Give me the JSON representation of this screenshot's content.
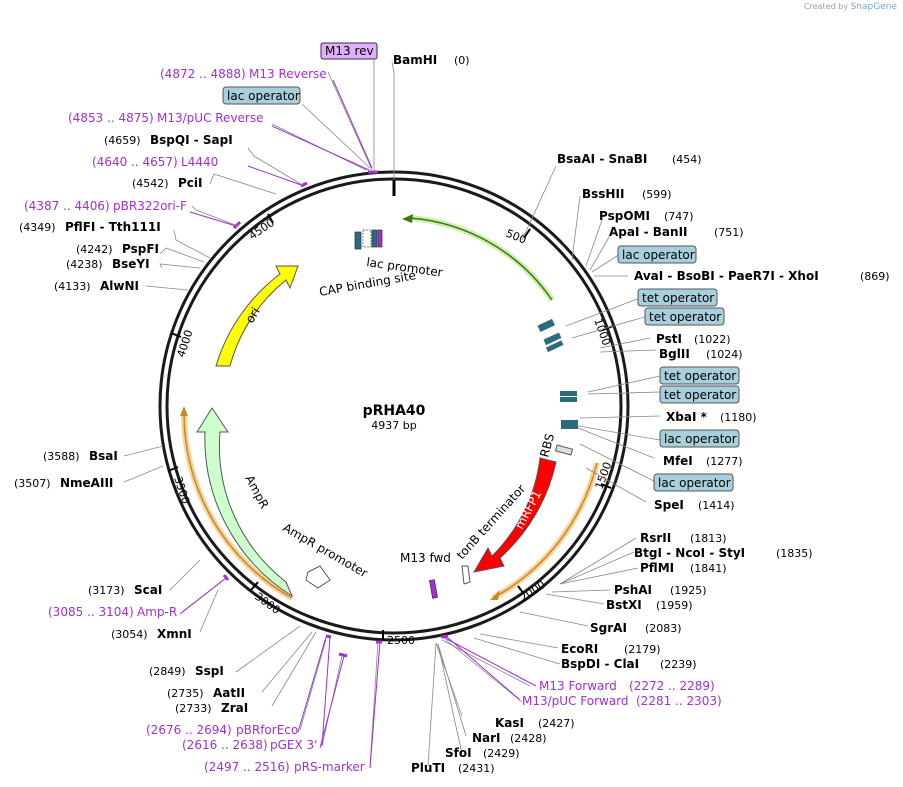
{
  "brand": {
    "created_by": "Created by",
    "product": "SnapGene"
  },
  "plasmid": {
    "name": "pRHA40",
    "length_label": "4937 bp",
    "length": 4937
  },
  "ticks": [
    "500",
    "1000",
    "1500",
    "2000",
    "2500",
    "3000",
    "3500",
    "4000",
    "4500"
  ],
  "sites_right": [
    {
      "name": "BamHI",
      "pos": "(0)"
    },
    {
      "name": "BsaAI  -  SnaBI",
      "pos": "(454)"
    },
    {
      "name": "BssHII",
      "pos": "(599)"
    },
    {
      "name": "PspOMI",
      "pos": "(747)"
    },
    {
      "name": "ApaI  -  BanII",
      "pos": "(751)"
    },
    {
      "name": "AvaI  -  BsoBI  -  PaeR7I  -  XhoI",
      "pos": "(869)"
    },
    {
      "name": "PstI",
      "pos": "(1022)"
    },
    {
      "name": "BglII",
      "pos": "(1024)"
    },
    {
      "name": "XbaI *",
      "pos": "(1180)"
    },
    {
      "name": "MfeI",
      "pos": "(1277)"
    },
    {
      "name": "SpeI",
      "pos": "(1414)"
    },
    {
      "name": "RsrII",
      "pos": "(1813)"
    },
    {
      "name": "BtgI  -  NcoI  -  StyI",
      "pos": "(1835)"
    },
    {
      "name": "PflMI",
      "pos": "(1841)"
    },
    {
      "name": "PshAI",
      "pos": "(1925)"
    },
    {
      "name": "BstXI",
      "pos": "(1959)"
    },
    {
      "name": "SgrAI",
      "pos": "(2083)"
    },
    {
      "name": "EcoRI",
      "pos": "(2179)"
    },
    {
      "name": "BspDI  -  ClaI",
      "pos": "(2239)"
    },
    {
      "name": "KasI",
      "pos": "(2427)"
    },
    {
      "name": "NarI",
      "pos": "(2428)"
    },
    {
      "name": "SfoI",
      "pos": "(2429)"
    },
    {
      "name": "PluTI",
      "pos": "(2431)"
    }
  ],
  "sites_left": [
    {
      "name": "BspQI  -  SapI",
      "pos": "(4659)"
    },
    {
      "name": "PciI",
      "pos": "(4542)"
    },
    {
      "name": "PflFI  -  Tth111I",
      "pos": "(4349)"
    },
    {
      "name": "PspFI",
      "pos": "(4242)"
    },
    {
      "name": "BseYI",
      "pos": "(4238)"
    },
    {
      "name": "AlwNI",
      "pos": "(4133)"
    },
    {
      "name": "BsaI",
      "pos": "(3588)"
    },
    {
      "name": "NmeAIII",
      "pos": "(3507)"
    },
    {
      "name": "ScaI",
      "pos": "(3173)"
    },
    {
      "name": "XmnI",
      "pos": "(3054)"
    },
    {
      "name": "SspI",
      "pos": "(2849)"
    },
    {
      "name": "AatII",
      "pos": "(2735)"
    },
    {
      "name": "ZraI",
      "pos": "(2733)"
    }
  ],
  "primers": [
    {
      "name": "M13 rev",
      "range": ""
    },
    {
      "name": "M13 Reverse",
      "range": "(4872 .. 4888)"
    },
    {
      "name": "M13/pUC Reverse",
      "range": "(4853 .. 4875)"
    },
    {
      "name": "L4440",
      "range": "(4640 .. 4657)"
    },
    {
      "name": "pBR322ori-F",
      "range": "(4387 .. 4406)"
    },
    {
      "name": "Amp-R",
      "range": "(3085 .. 3104)"
    },
    {
      "name": "pBRforEco",
      "range": "(2676 .. 2694)"
    },
    {
      "name": "pGEX 3'",
      "range": "(2616 .. 2638)"
    },
    {
      "name": "pRS-marker",
      "range": "(2497 .. 2516)"
    },
    {
      "name": "M13 Forward",
      "range": "(2272 .. 2289)"
    },
    {
      "name": "M13/pUC Forward",
      "range": "(2281 .. 2303)"
    }
  ],
  "boxed_features": [
    "lac operator",
    "tet operator",
    "tet operator",
    "tet operator",
    "tet operator",
    "lac operator",
    "lac operator",
    "lac operator"
  ],
  "inner_features": [
    "ori",
    "AmpR",
    "AmpR promoter",
    "mRFP1",
    "RBS",
    "tonB terminator",
    "M13 fwd",
    "lac promoter",
    "CAP binding site"
  ],
  "colors": {
    "backbone": "#1a1a1a",
    "ori": "#ffff00",
    "ampr": "#ccffcc",
    "mrfp1": "#ff0000",
    "primer": "#a030d0",
    "primer_box": "#e0b0ff",
    "operator_box": "#a8d0dc",
    "operator_mark": "#2a6b80",
    "promoter_arrow": "#ffffff"
  }
}
